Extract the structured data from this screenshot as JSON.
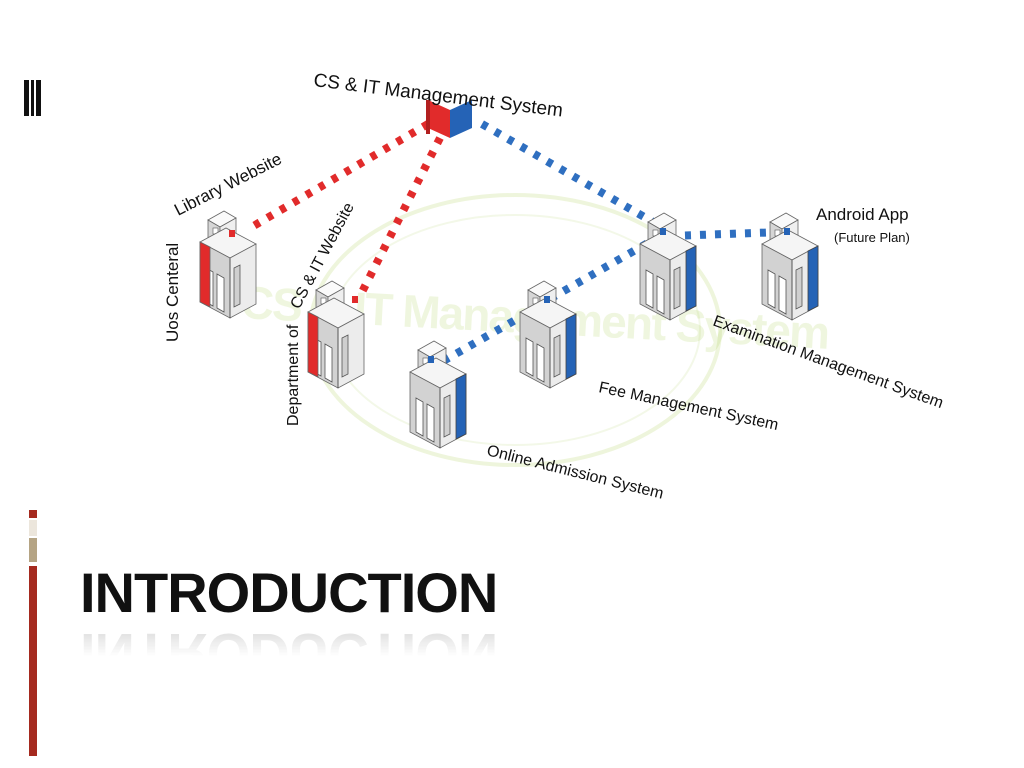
{
  "title": "INTRODUCTION",
  "diagram": {
    "hub_label": "CS & IT Management System",
    "watermark_text": "CS & IT Management System",
    "nodes": {
      "library_prefix": "Uos Centeral",
      "library_name": "Library Website",
      "dept_prefix": "Department of",
      "dept_name": "CS & IT Website",
      "admission": "Online Admission System",
      "fee": "Fee Management System",
      "exam": "Examination Management System",
      "android": "Android App",
      "android_note": "(Future Plan)"
    }
  },
  "colors": {
    "red": "#e12b2b",
    "blue": "#2563b6",
    "accent_bar": [
      "#a52a1f",
      "#ece6dc",
      "#b5a484",
      "#a52a1f"
    ]
  },
  "icons": {
    "corner_mark": "stripes-icon",
    "node": "building-icon",
    "hub": "flag-icon"
  }
}
